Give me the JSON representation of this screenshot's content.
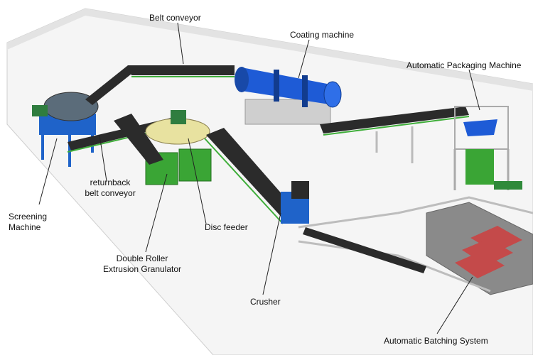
{
  "labels": {
    "belt_conveyor": "Belt  conveyor",
    "coating_machine": "Coating machine",
    "packaging": "Automatic Packaging Machine",
    "returnback_1": "returnback",
    "returnback_2": "belt conveyor",
    "screening_1": "Screening",
    "screening_2": "Machine",
    "disc_feeder": "Disc feeder",
    "granulator_1": "Double Roller",
    "granulator_2": "Extrusion Granulator",
    "crusher": "Crusher",
    "batching": "Automatic Batching System"
  },
  "colors": {
    "belt": "#2b2b2b",
    "belt_frame": "#3fae3a",
    "coating_drum": "#1e5bd6",
    "screen_frame": "#1f63c9",
    "granulator": "#3aa535",
    "disc": "#e8e2a0",
    "crusher": "#1f63c9",
    "floor": "#f4f4f4",
    "wall": "#e6e6e6"
  }
}
